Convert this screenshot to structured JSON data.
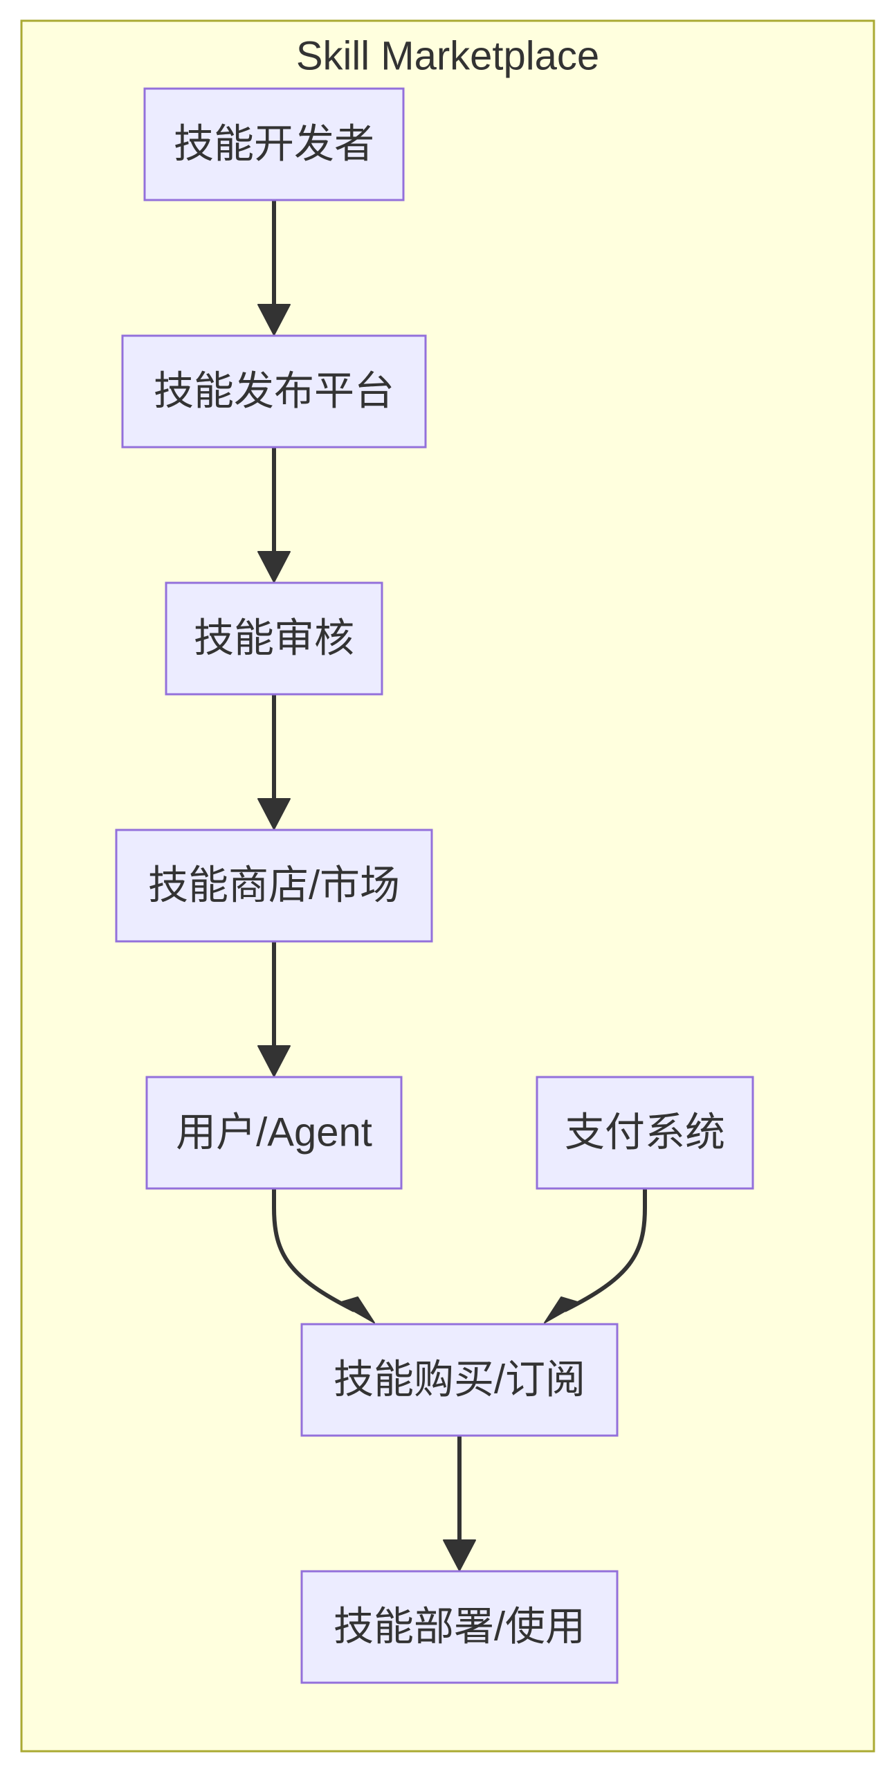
{
  "diagram": {
    "type": "flowchart",
    "direction": "top-to-bottom",
    "colors": {
      "cluster_fill": "#ffffde",
      "cluster_border": "#aaaa33",
      "node_fill": "#ececff",
      "node_border": "#9370db",
      "edge": "#333333",
      "text": "#333333"
    },
    "subgraph": {
      "title": "Skill Marketplace"
    },
    "nodes": [
      {
        "id": "developer",
        "label": "技能开发者"
      },
      {
        "id": "publish",
        "label": "技能发布平台"
      },
      {
        "id": "review",
        "label": "技能审核"
      },
      {
        "id": "store",
        "label": "技能商店/市场"
      },
      {
        "id": "user",
        "label": "用户/Agent"
      },
      {
        "id": "payment",
        "label": "支付系统"
      },
      {
        "id": "purchase",
        "label": "技能购买/订阅"
      },
      {
        "id": "deploy",
        "label": "技能部署/使用"
      }
    ],
    "edges": [
      {
        "from": "developer",
        "to": "publish"
      },
      {
        "from": "publish",
        "to": "review"
      },
      {
        "from": "review",
        "to": "store"
      },
      {
        "from": "store",
        "to": "user"
      },
      {
        "from": "user",
        "to": "purchase"
      },
      {
        "from": "payment",
        "to": "purchase"
      },
      {
        "from": "purchase",
        "to": "deploy"
      }
    ]
  }
}
